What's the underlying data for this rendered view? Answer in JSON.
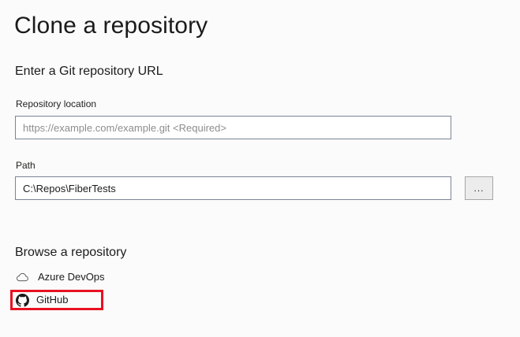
{
  "page": {
    "title": "Clone a repository"
  },
  "url_section": {
    "heading": "Enter a Git repository URL",
    "repo_location": {
      "label": "Repository location",
      "value": "",
      "placeholder": "https://example.com/example.git <Required>"
    },
    "path": {
      "label": "Path",
      "value": "C:\\Repos\\FiberTests",
      "placeholder": ""
    },
    "browse_button": {
      "label": "...",
      "icon": "ellipsis-icon"
    }
  },
  "browse_section": {
    "heading": "Browse a repository",
    "providers": [
      {
        "label": "Azure DevOps",
        "icon": "cloud-icon",
        "highlighted": false
      },
      {
        "label": "GitHub",
        "icon": "github-icon",
        "highlighted": true
      }
    ]
  },
  "colors": {
    "background": "#fbfbfb",
    "text": "#1b1b1b",
    "placeholder": "#8d8d8d",
    "input_border": "#7a8596",
    "button_face": "#ececec",
    "highlight_red": "#e81123",
    "icon_grey": "#5a5a5a",
    "github_dark": "#1b1b1b"
  }
}
